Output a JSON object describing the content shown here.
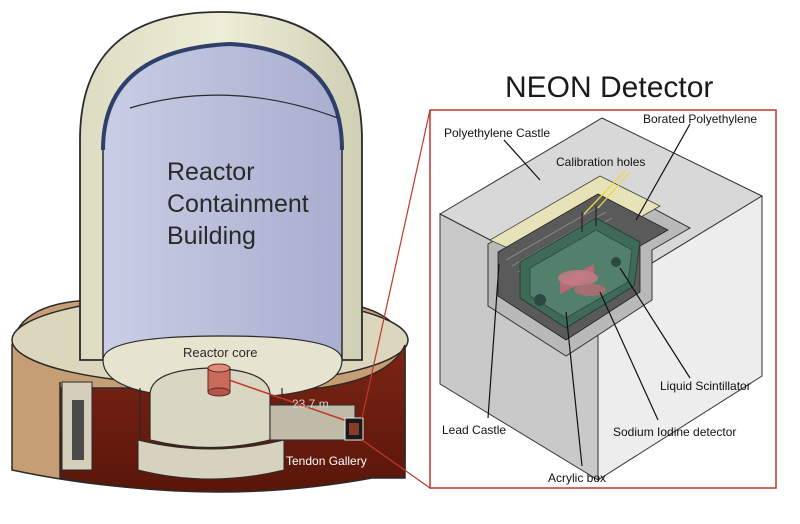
{
  "title": "NEON Detector",
  "building": {
    "label_lines": [
      "Reactor",
      "Containment",
      "Building"
    ],
    "core_label": "Reactor core",
    "distance_label": "23.7 m",
    "gallery_label": "Tendon Gallery"
  },
  "detector_labels": {
    "poly_castle": "Polyethylene Castle",
    "borated_poly": "Borated Polyethylene",
    "calibration_holes": "Calibration holes",
    "liquid_scintillator": "Liquid Scintillator",
    "lead_castle": "Lead Castle",
    "nai_detector": "Sodium Iodine detector",
    "acrylic_box": "Acrylic box"
  },
  "colors": {
    "dome_fill": "#e8e8d0",
    "dome_inner": "#b9bdd8",
    "ground_outer": "#c9a27a",
    "ground_inner": "#6b1d10",
    "concrete": "#d8d8d8",
    "accent_red": "#c0392b",
    "core": "#c96a5a"
  }
}
